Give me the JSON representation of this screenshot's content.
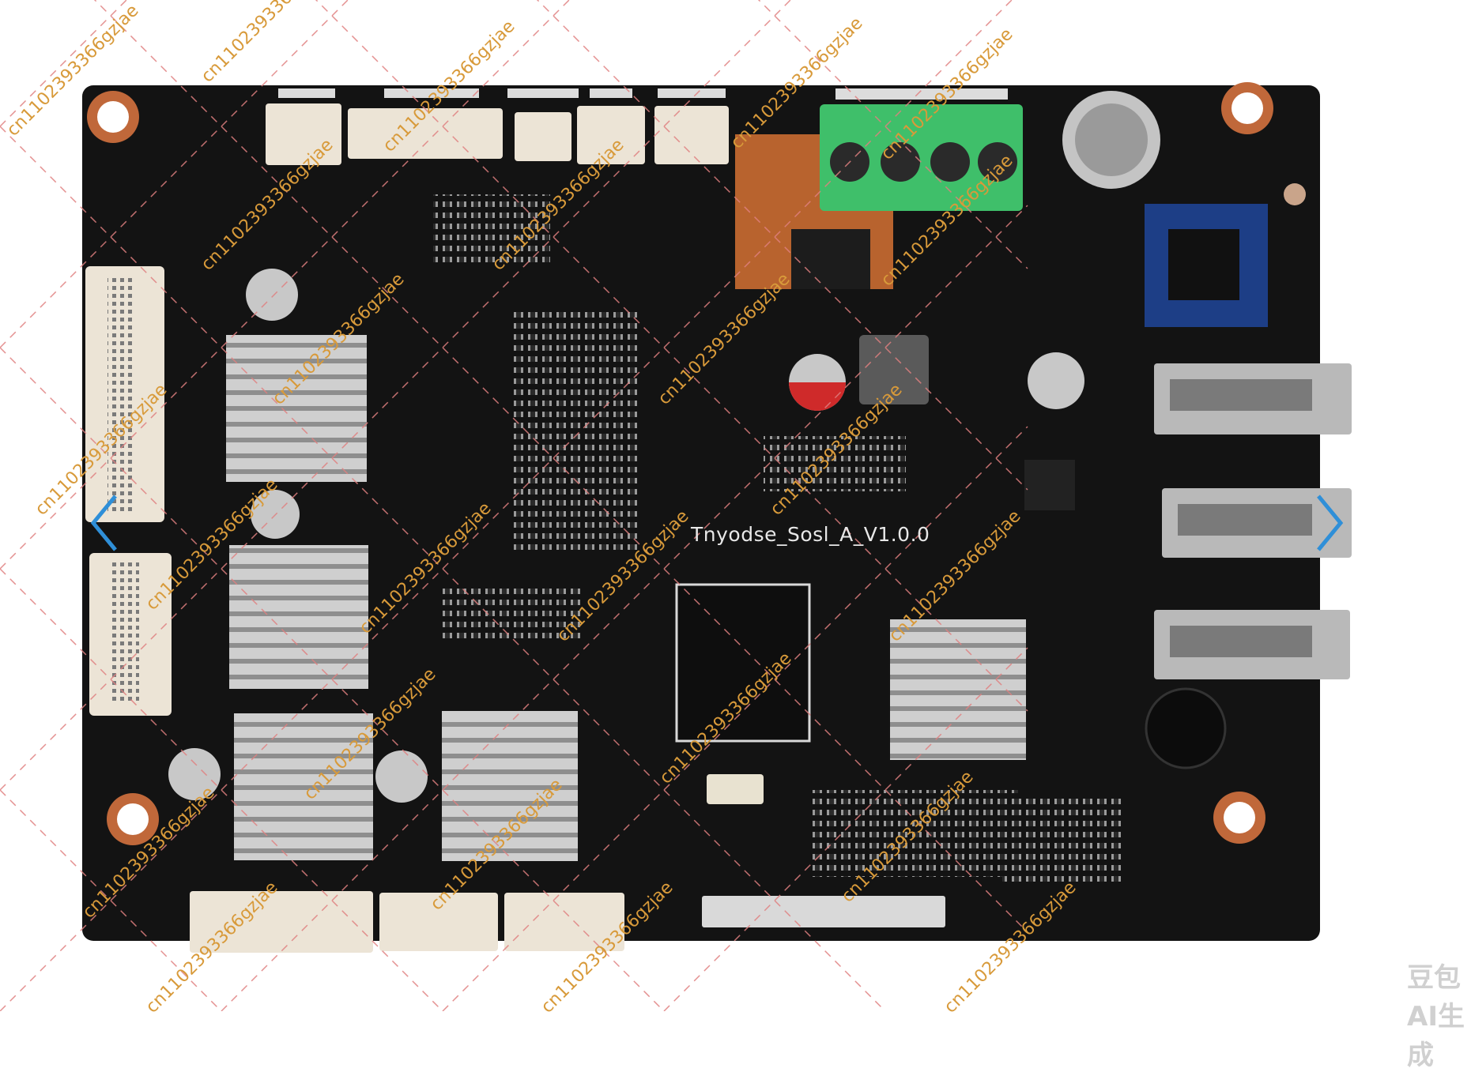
{
  "board": {
    "silkscreen_label": "Tnyodse_Sosl_A_V1.0.0"
  },
  "watermark": {
    "text": "cn1102393366gzjae",
    "color": "#d89a3a",
    "line_color": "#e08080"
  },
  "brand_badge": "豆包AI生成",
  "colors": {
    "pcb": "#131313",
    "heatsink": "#c8c8c8",
    "connector": "#ece4d6",
    "terminal_block": "#3fbf6a",
    "copper": "#b8632e",
    "nav_arrow": "#2f8fd8"
  },
  "icons": {
    "left_arrow": "chevron-left-icon",
    "right_arrow": "chevron-right-icon"
  }
}
